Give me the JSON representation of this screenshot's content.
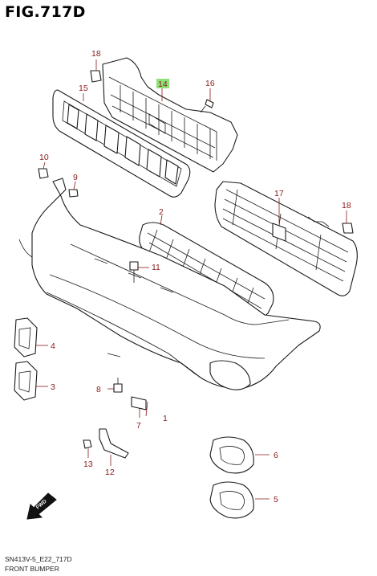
{
  "figure": {
    "title": "FIG.717D",
    "code": "SN413V-5_E22_717D",
    "name": "FRONT BUMPER"
  },
  "callouts": [
    {
      "n": "1"
    },
    {
      "n": "2"
    },
    {
      "n": "3"
    },
    {
      "n": "4"
    },
    {
      "n": "5"
    },
    {
      "n": "6"
    },
    {
      "n": "7"
    },
    {
      "n": "8"
    },
    {
      "n": "9"
    },
    {
      "n": "10"
    },
    {
      "n": "11"
    },
    {
      "n": "12"
    },
    {
      "n": "13"
    },
    {
      "n": "14"
    },
    {
      "n": "15"
    },
    {
      "n": "16"
    },
    {
      "n": "17"
    },
    {
      "n": "18"
    },
    {
      "n": "18"
    }
  ],
  "fwd_label": "FWD",
  "colors": {
    "callout": "#8b1a1a",
    "highlight": "#8ee27a",
    "line": "#1a1a1a"
  }
}
